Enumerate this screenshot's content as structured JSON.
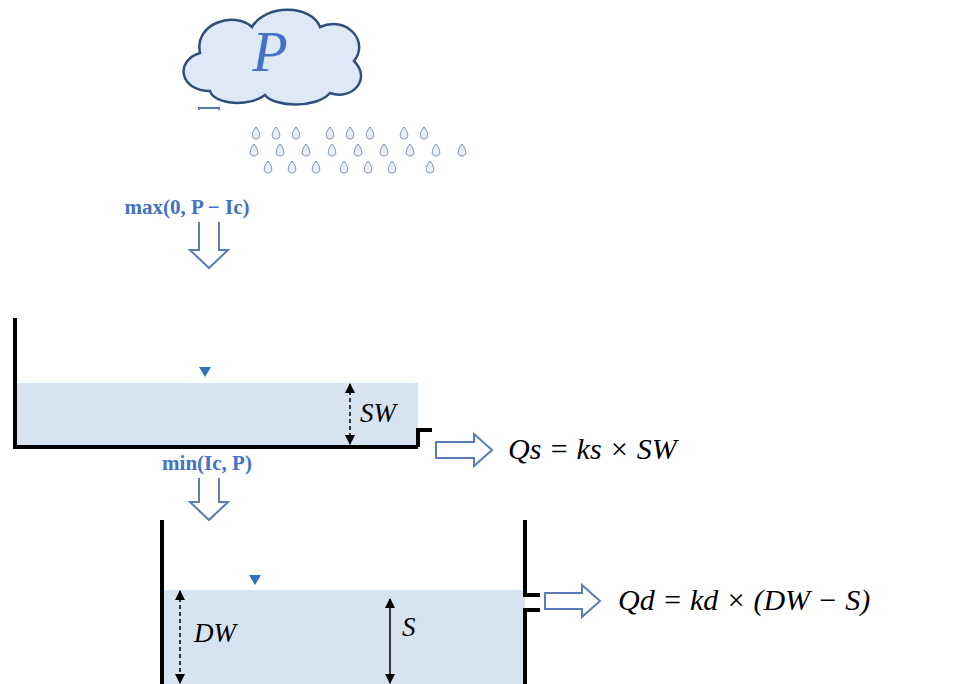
{
  "diagram": {
    "nodes": [
      {
        "text": [
          "P"
        ]
      },
      {
        "text": [
          "SW"
        ]
      },
      {
        "text": [
          "DW",
          "S"
        ]
      }
    ],
    "edges": [
      {
        "from": 0,
        "to": 1,
        "arrow": "to",
        "label": "max(0, P − Ic)"
      },
      {
        "from": 1,
        "to": 2,
        "arrow": "to",
        "label": "min(Ic, P)"
      }
    ],
    "labels": [
      "Qs = ks × SW",
      "Qd = kd × (DW − S)"
    ]
  }
}
